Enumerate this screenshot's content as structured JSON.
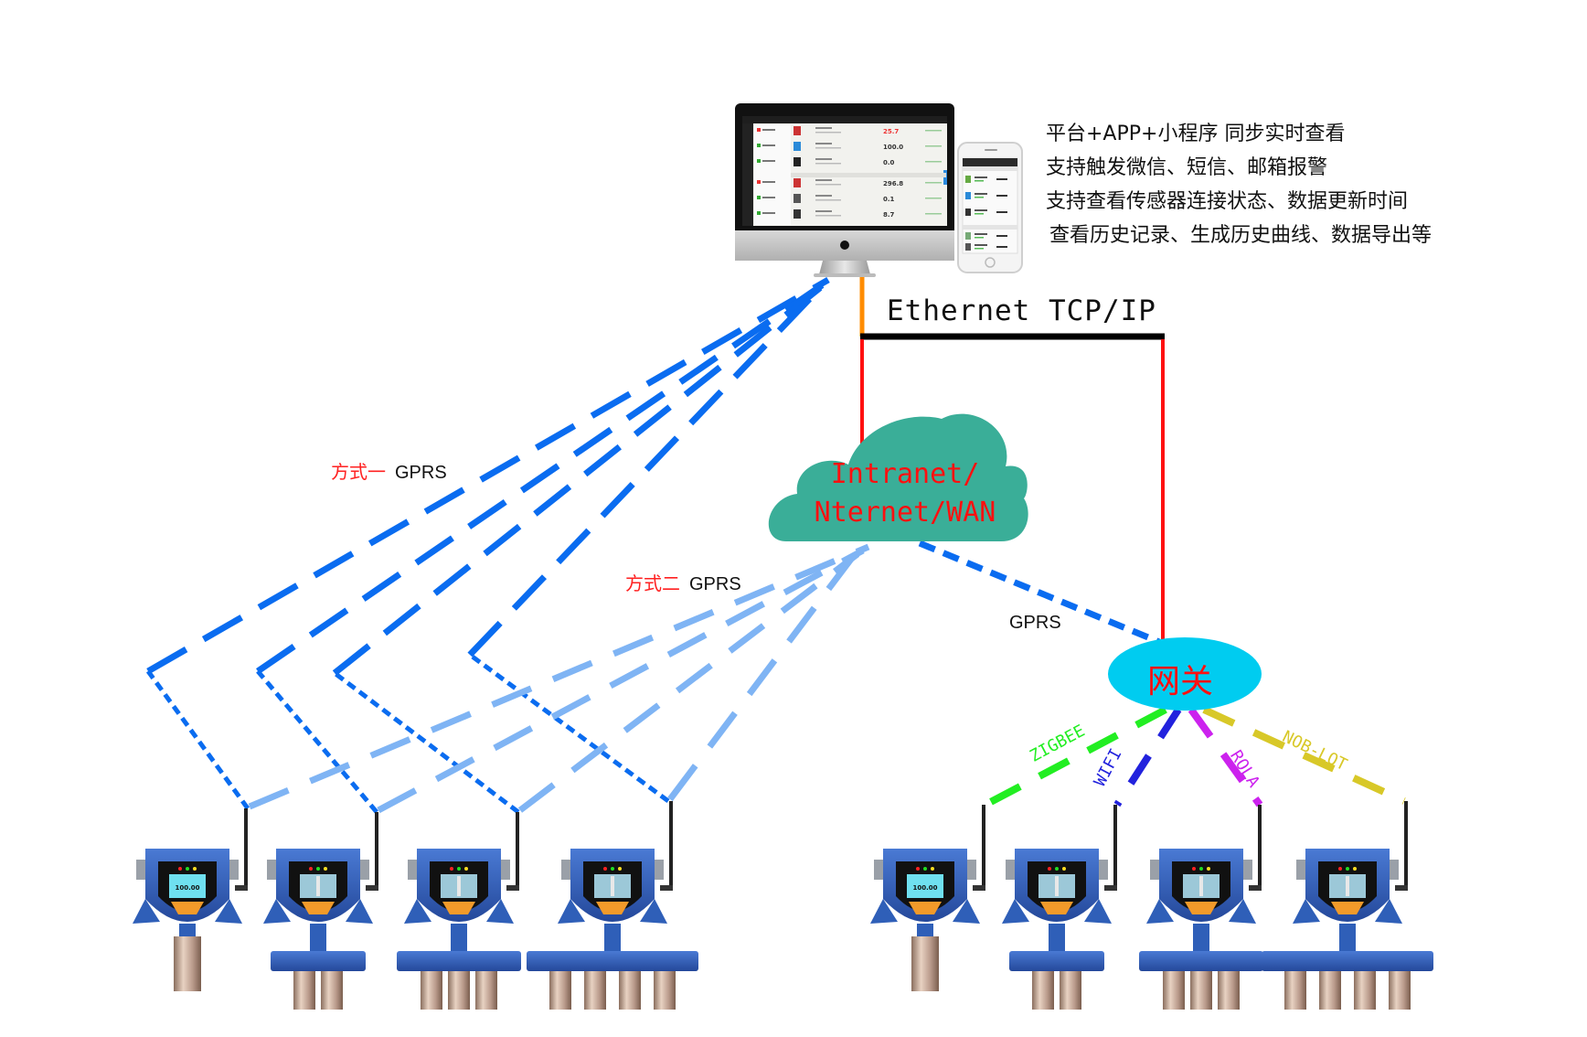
{
  "features": [
    "平台+APP+小程序 同步实时查看",
    "支持触发微信、短信、邮箱报警",
    "支持查看传感器连接状态、数据更新时间",
    "查看历史记录、生成历史曲线、数据导出等"
  ],
  "ethernet_label": "Ethernet TCP/IP",
  "cloud": {
    "line1": "Intranet/",
    "line2": "Nternet/WAN",
    "color": "#3aae98"
  },
  "methods": {
    "one": {
      "cn": "方式一",
      "en": "GPRS"
    },
    "two": {
      "cn": "方式二",
      "en": "GPRS"
    }
  },
  "gateway": {
    "label": "网关",
    "gprs_label": "GPRS",
    "color": "#00ccf0"
  },
  "protocols": [
    {
      "name": "ZIGBEE",
      "color": "#22ee22"
    },
    {
      "name": "WIFI",
      "color": "#2222dd"
    },
    {
      "name": "ROLA",
      "color": "#cc22ee"
    },
    {
      "name": "NOB-LOT",
      "color": "#d8c828"
    }
  ],
  "monitor": {
    "readings": [
      "25.7",
      "100.0",
      "0.0",
      "296.8",
      "0.1",
      "8.7"
    ]
  },
  "detector_screen_value": "100.00",
  "colors": {
    "gprs_dark": "#0a6cf0",
    "gprs_light": "#7fb4f4",
    "ethernet_bus": "#000000",
    "uplink": "#ff1010",
    "monitor_link": "#ff8c00",
    "device_blue": "#2f5fb8",
    "connector": "#c9ab96"
  },
  "devices": {
    "left": [
      {
        "sensors": 1
      },
      {
        "sensors": 2
      },
      {
        "sensors": 3
      },
      {
        "sensors": 4
      }
    ],
    "right": [
      {
        "sensors": 1
      },
      {
        "sensors": 2
      },
      {
        "sensors": 3
      },
      {
        "sensors": 4
      }
    ]
  }
}
